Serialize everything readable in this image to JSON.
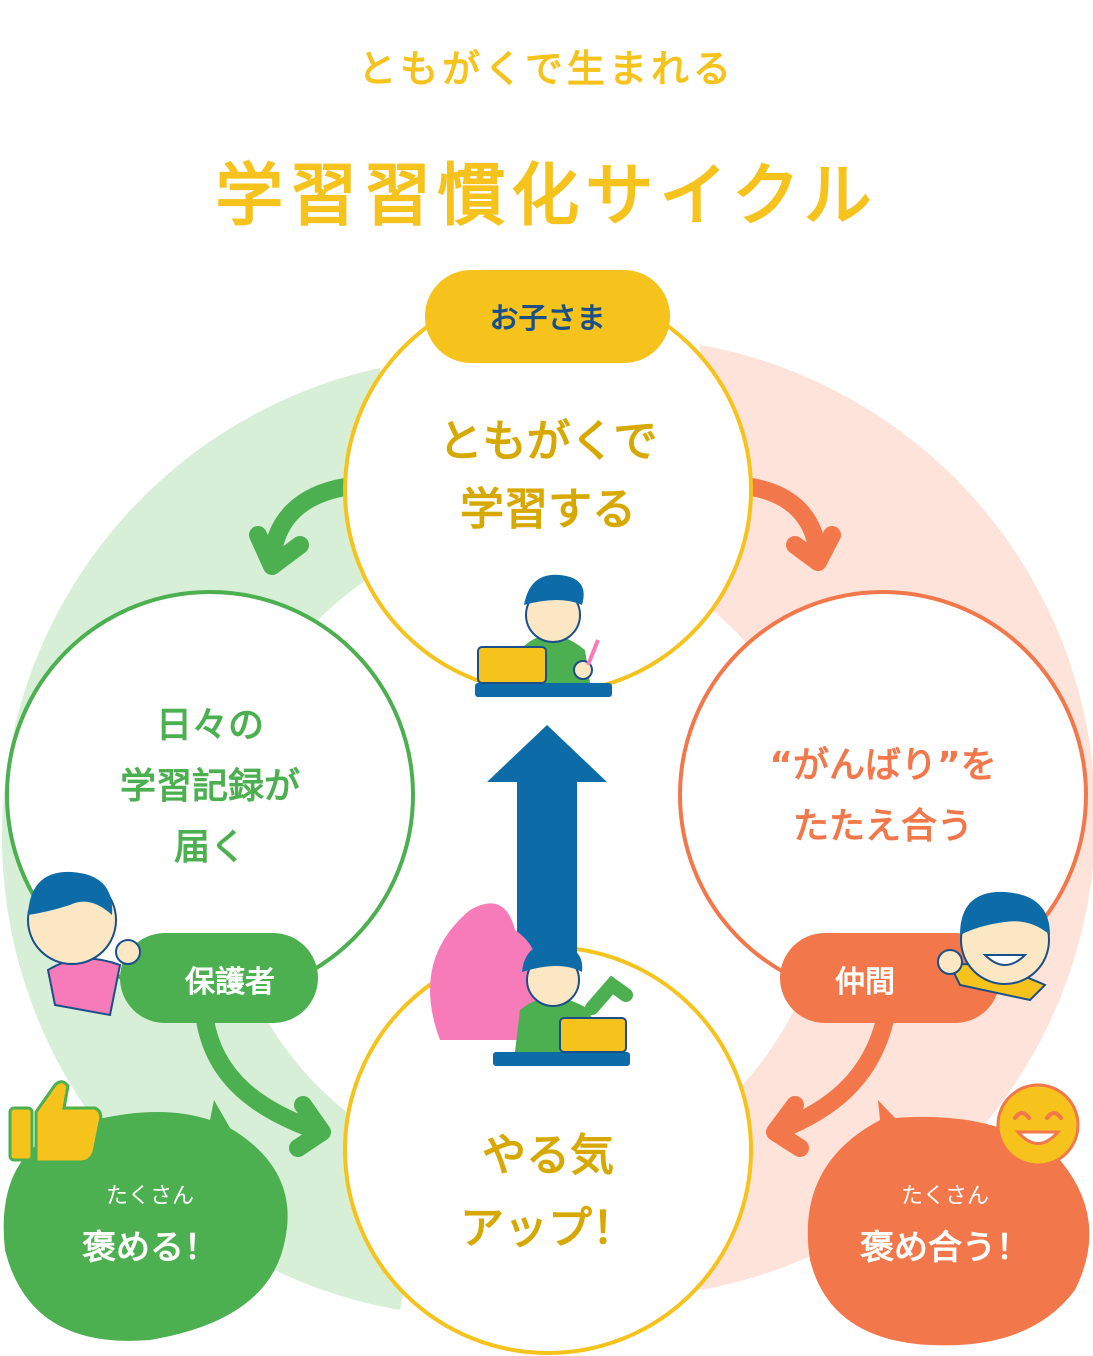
{
  "title": {
    "sub": "ともがくで生まれる",
    "main": "学習習慣化サイクル"
  },
  "nodes": {
    "top": {
      "badge": "お子さま",
      "line1": "ともがくで",
      "line2": "学習する"
    },
    "left": {
      "line1": "日々の",
      "line2": "学習記録が",
      "line3": "届く",
      "badge": "保護者"
    },
    "right": {
      "line1": "“がんばり”を",
      "line2": "たたえ合う",
      "badge": "仲間"
    },
    "bottom": {
      "line1": "やる気",
      "line2": "アップ！"
    }
  },
  "bubbles": {
    "left": {
      "small": "たくさん",
      "big": "褒める！"
    },
    "right": {
      "small": "たくさん",
      "big": "褒め合う！"
    }
  },
  "colors": {
    "yellow": "#f6c21c",
    "gold_text": "#d6a800",
    "green": "#4caf50",
    "green_light": "#d6efd6",
    "orange": "#f2784b",
    "orange_light": "#fde3da",
    "blue": "#0d6ca8",
    "navy_text": "#1a4f8a"
  },
  "icons": [
    "thumbs-up-icon",
    "smile-emoji-icon",
    "arrow-up-icon"
  ]
}
